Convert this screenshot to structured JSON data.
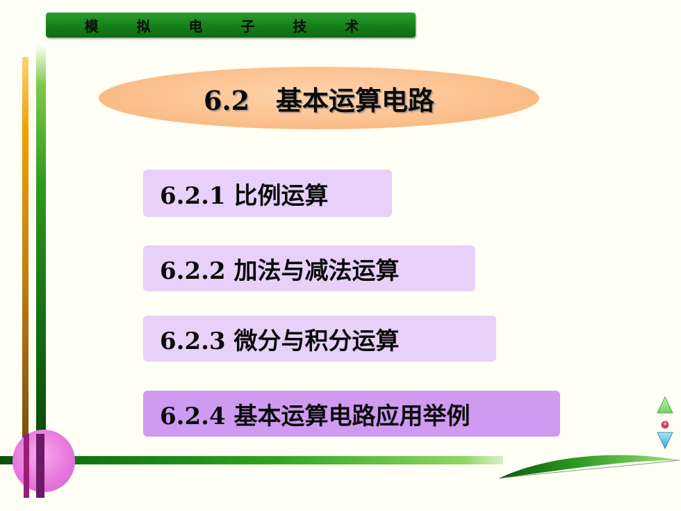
{
  "header": {
    "course_title": "模 拟 电 子 技 术"
  },
  "section": {
    "title": "6.2　基本运算电路"
  },
  "items": [
    {
      "label": "6.2.1 比例运算"
    },
    {
      "label": "6.2.2 加法与减法运算"
    },
    {
      "label": "6.2.3 微分与积分运算"
    },
    {
      "label": "6.2.4 基本运算电路应用举例"
    }
  ],
  "navigation": {
    "prev_icon": "triangle-up-icon",
    "home_icon": "dot-icon",
    "next_icon": "triangle-down-icon"
  },
  "colors": {
    "header_bar": "#14801a",
    "title_ellipse": "#fbc08c",
    "item_background": "#e8d0f8",
    "item_active_background": "#cf9af2",
    "nav_up": "#8ee07a",
    "nav_dot": "#d63c6a",
    "nav_down": "#4fb7dd"
  }
}
